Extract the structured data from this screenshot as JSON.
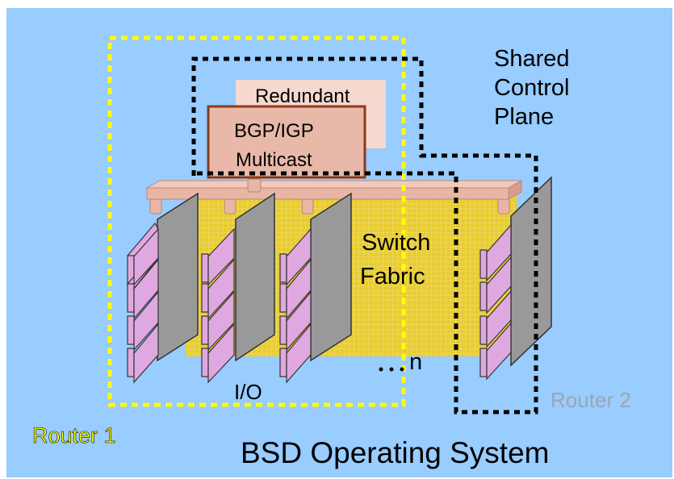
{
  "labels": {
    "shared_control_plane": [
      "Shared",
      "Control",
      "Plane"
    ],
    "redundant": "Redundant",
    "bgp_igp": "BGP/IGP",
    "multicast": "Multicast",
    "switch_fabric": [
      "Switch",
      "Fabric"
    ],
    "n": "n",
    "io": "I/O",
    "router1": "Router 1",
    "router2": "Router 2",
    "os": "BSD Operating System"
  },
  "colors": {
    "background": "#99ccff",
    "fabric": "#e8cc33",
    "card_gray": "#999999",
    "port_pink": "#e0a8e0",
    "control_box": "#e8b8a8",
    "redundant_box": "#f6d8cf",
    "bus": "#e9b6a6",
    "router1_outline": "#ffff00",
    "router2_outline": "#000000",
    "router2_label": "#9ba6b3"
  }
}
